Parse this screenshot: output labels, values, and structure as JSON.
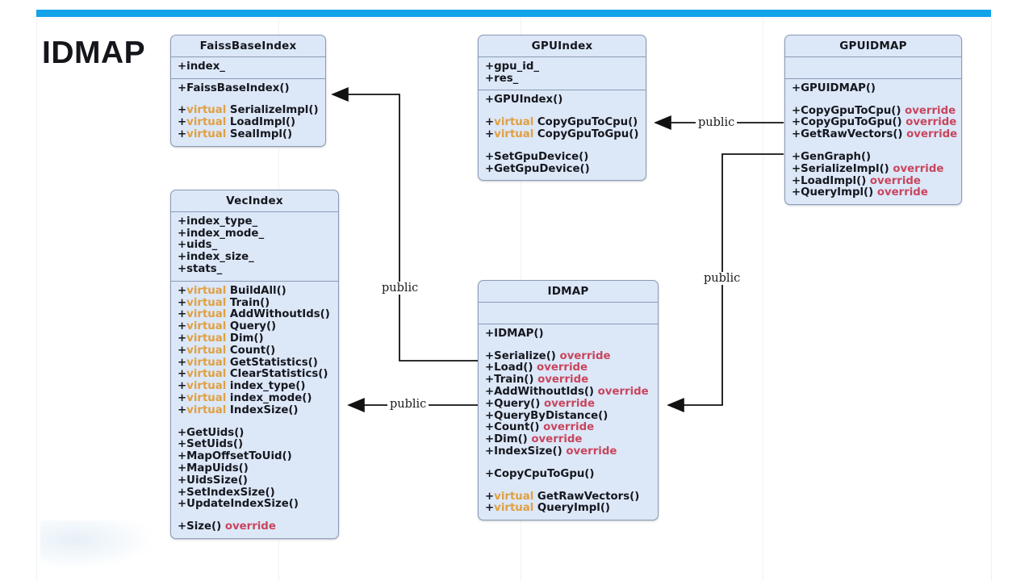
{
  "slide": {
    "title": "IDMAP",
    "accent_color": "#12a3e8",
    "box_fill": "#dce7f8",
    "box_border": "#8a9bb5",
    "virtual_color": "#e0a040",
    "override_color": "#c9455c"
  },
  "classes": {
    "faiss_base_index": {
      "name": "FaissBaseIndex",
      "attributes": [
        {
          "text": "+index_"
        }
      ],
      "operations": [
        {
          "text": "+FaissBaseIndex()"
        },
        {
          "gap": true
        },
        {
          "prefix": "+",
          "keyword": "virtual",
          "text": "SerializeImpl()"
        },
        {
          "prefix": "+",
          "keyword": "virtual",
          "text": "LoadImpl()"
        },
        {
          "prefix": "+",
          "keyword": "virtual",
          "text": "SealImpl()"
        }
      ]
    },
    "vec_index": {
      "name": "VecIndex",
      "attributes": [
        {
          "text": "+index_type_"
        },
        {
          "text": "+index_mode_"
        },
        {
          "text": "+uids_"
        },
        {
          "text": "+index_size_"
        },
        {
          "text": "+stats_"
        }
      ],
      "operations": [
        {
          "prefix": "+",
          "keyword": "virtual",
          "text": "BuildAll()"
        },
        {
          "prefix": "+",
          "keyword": "virtual",
          "text": "Train()"
        },
        {
          "prefix": "+",
          "keyword": "virtual",
          "text": "AddWithoutIds()"
        },
        {
          "prefix": "+",
          "keyword": "virtual",
          "text": "Query()"
        },
        {
          "prefix": "+",
          "keyword": "virtual",
          "text": "Dim()"
        },
        {
          "prefix": "+",
          "keyword": "virtual",
          "text": "Count()"
        },
        {
          "prefix": "+",
          "keyword": "virtual",
          "text": "GetStatistics()"
        },
        {
          "prefix": "+",
          "keyword": "virtual",
          "text": "ClearStatistics()"
        },
        {
          "prefix": "+",
          "keyword": "virtual",
          "text": "index_type()"
        },
        {
          "prefix": "+",
          "keyword": "virtual",
          "text": "index_mode()"
        },
        {
          "prefix": "+",
          "keyword": "virtual",
          "text": "IndexSize()"
        },
        {
          "gap": true
        },
        {
          "text": "+GetUids()"
        },
        {
          "text": "+SetUids()"
        },
        {
          "text": "+MapOffsetToUid()"
        },
        {
          "text": "+MapUids()"
        },
        {
          "text": "+UidsSize()"
        },
        {
          "text": "+SetIndexSize()"
        },
        {
          "text": "+UpdateIndexSize()"
        },
        {
          "gap": true
        },
        {
          "text": "+Size()",
          "suffix": "override"
        }
      ]
    },
    "gpu_index": {
      "name": "GPUIndex",
      "attributes": [
        {
          "text": "+gpu_id_"
        },
        {
          "text": "+res_"
        }
      ],
      "operations": [
        {
          "text": "+GPUIndex()"
        },
        {
          "gap": true
        },
        {
          "prefix": "+",
          "keyword": "virtual",
          "text": "CopyGpuToCpu()"
        },
        {
          "prefix": "+",
          "keyword": "virtual",
          "text": "CopyGpuToGpu()"
        },
        {
          "gap": true
        },
        {
          "text": "+SetGpuDevice()"
        },
        {
          "text": "+GetGpuDevice()"
        }
      ]
    },
    "gpu_idmap": {
      "name": "GPUIDMAP",
      "attributes": [],
      "operations": [
        {
          "text": "+GPUIDMAP()"
        },
        {
          "gap": true
        },
        {
          "text": "+CopyGpuToCpu()",
          "suffix": "override"
        },
        {
          "text": "+CopyGpuToGpu()",
          "suffix": "override"
        },
        {
          "text": "+GetRawVectors()",
          "suffix": "override"
        },
        {
          "gap": true
        },
        {
          "text": "+GenGraph()"
        },
        {
          "text": "+SerializeImpl()",
          "suffix": "override"
        },
        {
          "text": "+LoadImpl()",
          "suffix": "override"
        },
        {
          "text": "+QueryImpl()",
          "suffix": "override"
        }
      ]
    },
    "idmap": {
      "name": "IDMAP",
      "attributes": [],
      "operations": [
        {
          "text": "+IDMAP()"
        },
        {
          "gap": true
        },
        {
          "text": "+Serialize()",
          "suffix": "override"
        },
        {
          "text": "+Load()",
          "suffix": "override"
        },
        {
          "text": "+Train()",
          "suffix": "override"
        },
        {
          "text": "+AddWithoutIds()",
          "suffix": "override"
        },
        {
          "text": "+Query()",
          "suffix": "override"
        },
        {
          "text": "+QueryByDistance()"
        },
        {
          "text": "+Count()",
          "suffix": "override"
        },
        {
          "text": "+Dim()",
          "suffix": "override"
        },
        {
          "text": "+IndexSize()",
          "suffix": "override"
        },
        {
          "gap": true
        },
        {
          "text": "+CopyCpuToGpu()"
        },
        {
          "gap": true
        },
        {
          "prefix": "+",
          "keyword": "virtual",
          "text": "GetRawVectors()"
        },
        {
          "prefix": "+",
          "keyword": "virtual",
          "text": "QueryImpl()"
        }
      ]
    }
  },
  "relations": [
    {
      "id": "idmap-to-faissbaseindex",
      "label": "public",
      "from": "IDMAP",
      "to": "FaissBaseIndex"
    },
    {
      "id": "idmap-to-vecindex",
      "label": "public",
      "from": "IDMAP",
      "to": "VecIndex"
    },
    {
      "id": "gpuidmap-to-gpuindex",
      "label": "public",
      "from": "GPUIDMAP",
      "to": "GPUIndex"
    },
    {
      "id": "gpuidmap-to-idmap",
      "label": "public",
      "from": "GPUIDMAP",
      "to": "IDMAP"
    }
  ]
}
